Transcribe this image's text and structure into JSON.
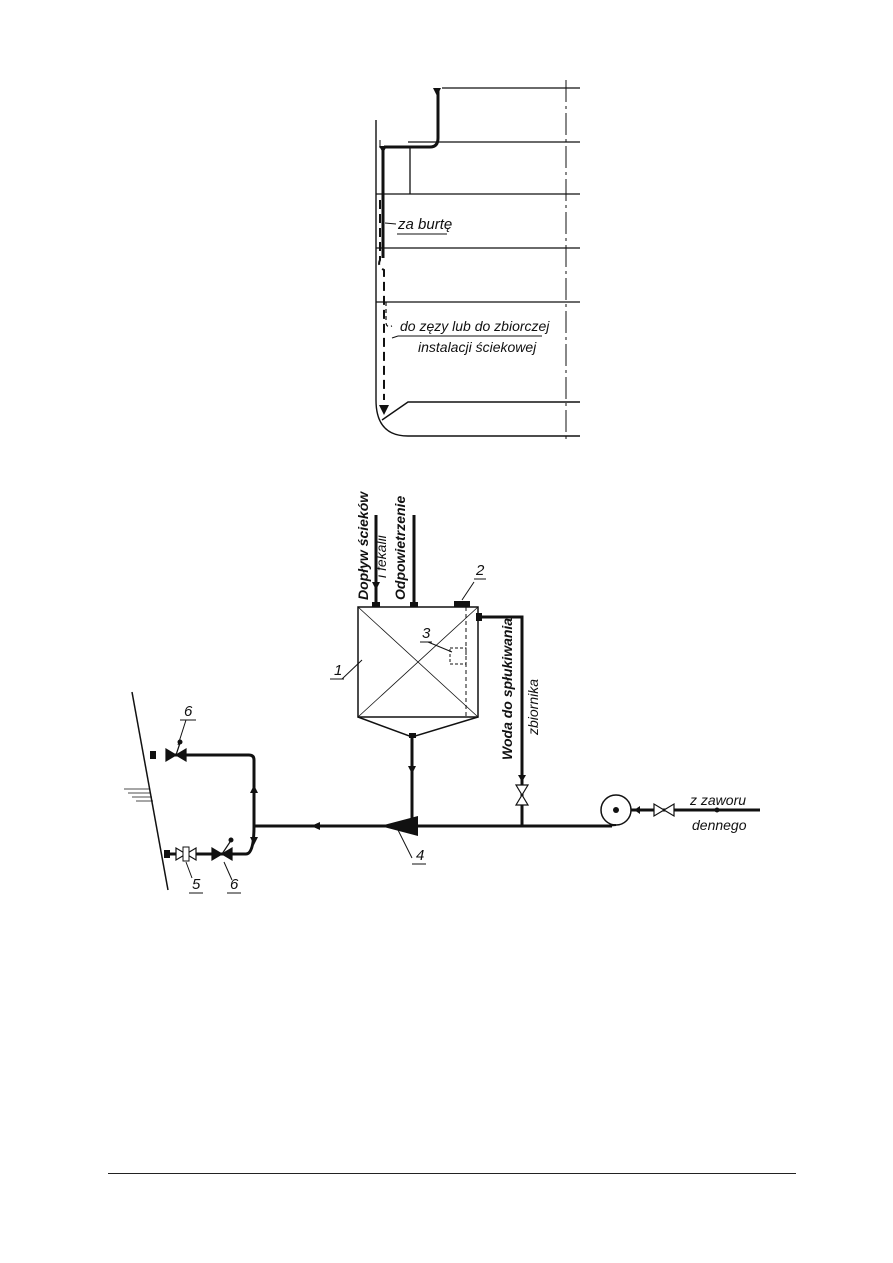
{
  "upper_diagram": {
    "overboard_label": "za burtę",
    "drain_label_line1": "do zęzy lub do zbiorczej",
    "drain_label_line2": "instalacji ściekowej"
  },
  "lower_diagram": {
    "inlet_label_line1": "Dopływ ścieków",
    "inlet_label_line2": "i fekalii",
    "vent_label": "Odpowietrzenie",
    "flush_label_line1": "Woda do spłukiwania",
    "flush_label_line2": "zbiornika",
    "sea_valve_label_line1": "z zaworu",
    "sea_valve_label_line2": "dennego",
    "item_numbers": {
      "tank": "1",
      "vent_cap": "2",
      "inner_element": "3",
      "ejector": "4",
      "valve_5": "5",
      "valve_6_upper": "6",
      "valve_6_lower": "6"
    }
  }
}
